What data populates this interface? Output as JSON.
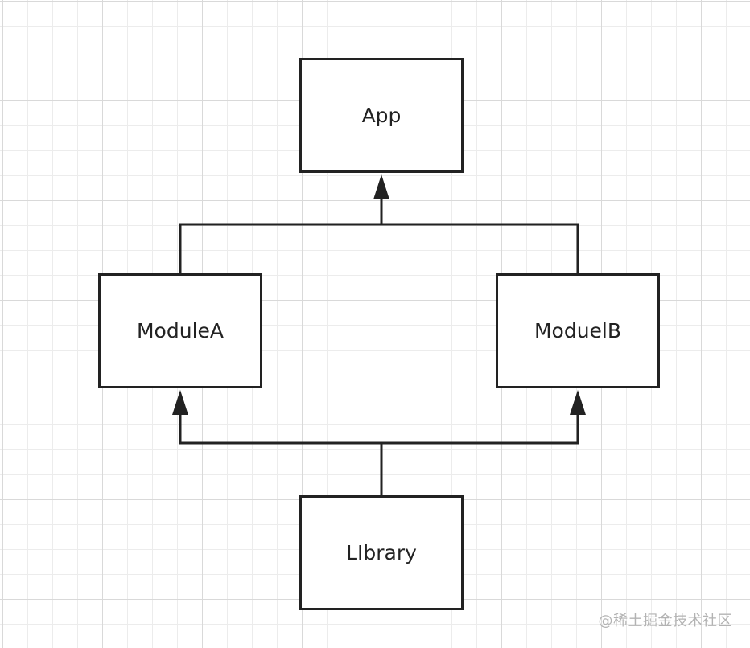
{
  "diagram": {
    "nodes": [
      {
        "id": "app",
        "label": "App"
      },
      {
        "id": "modulea",
        "label": "ModuleA"
      },
      {
        "id": "modulelb",
        "label": "ModuelB"
      },
      {
        "id": "library",
        "label": "LIbrary"
      }
    ],
    "edges": [
      {
        "from": "modulea",
        "to": "app"
      },
      {
        "from": "modulelb",
        "to": "app"
      },
      {
        "from": "library",
        "to": "modulea"
      },
      {
        "from": "library",
        "to": "modulelb"
      }
    ],
    "colors": {
      "stroke": "#222222",
      "grid": "#d9d9d9",
      "background": "#ffffff"
    }
  },
  "watermark": "@稀土掘金技术社区"
}
